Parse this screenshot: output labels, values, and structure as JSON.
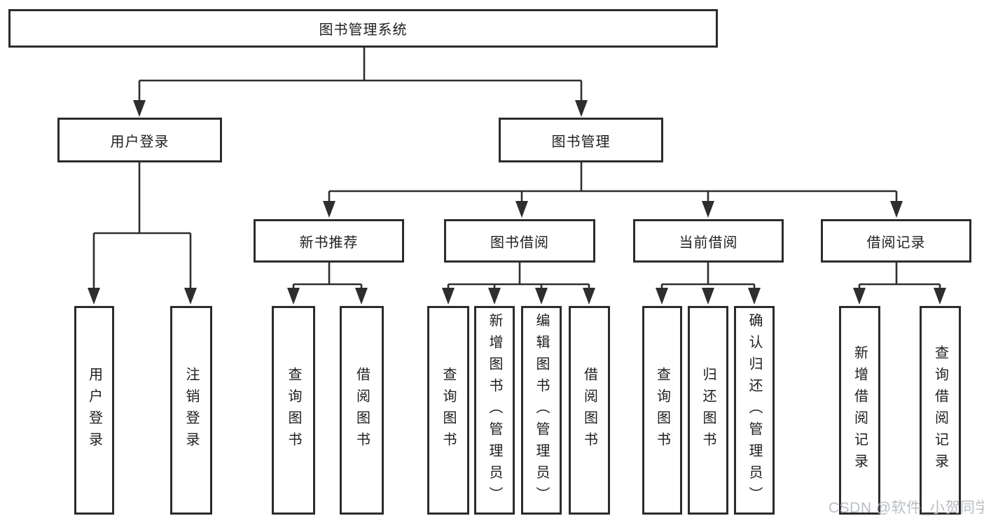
{
  "tree": {
    "root": {
      "label": "图书管理系统"
    },
    "user_login": {
      "label": "用户登录",
      "children": [
        "用户登录",
        "注销登录"
      ]
    },
    "book_mgmt": {
      "label": "图书管理"
    },
    "new_book_rec": {
      "label": "新书推荐",
      "children": [
        "查询图书",
        "借阅图书"
      ]
    },
    "book_borrow": {
      "label": "图书借阅",
      "children": [
        "查询图书",
        "新增图书（管理员）",
        "编辑图书（管理员）",
        "借阅图书"
      ]
    },
    "current_borrow": {
      "label": "当前借阅",
      "children": [
        "查询图书",
        "归还图书",
        "确认归还（管理员）"
      ]
    },
    "borrow_record": {
      "label": "借阅记录",
      "children": [
        "新增借阅记录",
        "查询借阅记录"
      ]
    }
  },
  "watermark": "CSDN @软件_小贺同学",
  "colors": {
    "background": "#ffffff",
    "line": "#2e2e2e",
    "box_border": "#2c2c2c",
    "text": "#1e1e1e",
    "watermark": "#b9bec4"
  }
}
